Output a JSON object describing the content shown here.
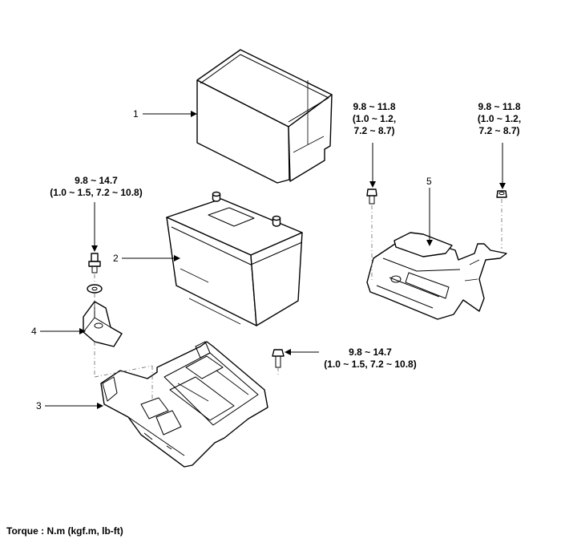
{
  "callouts": [
    "1",
    "2",
    "3",
    "4",
    "5"
  ],
  "torques": {
    "bracket_bolt_left": [
      "9.8 ~ 11.8",
      "(1.0 ~ 1.2,",
      "7.2 ~ 8.7)"
    ],
    "bracket_nut_right": [
      "9.8 ~ 11.8",
      "(1.0 ~ 1.2,",
      "7.2 ~ 8.7)"
    ],
    "clamp_bolt": [
      "9.8 ~ 14.7",
      "(1.0 ~ 1.5, 7.2 ~ 10.8)"
    ],
    "tray_bolt": [
      "9.8 ~ 14.7",
      "(1.0 ~ 1.5, 7.2 ~ 10.8)"
    ]
  },
  "footer_text": "Torque : N.m (kgf.m, lb-ft)"
}
